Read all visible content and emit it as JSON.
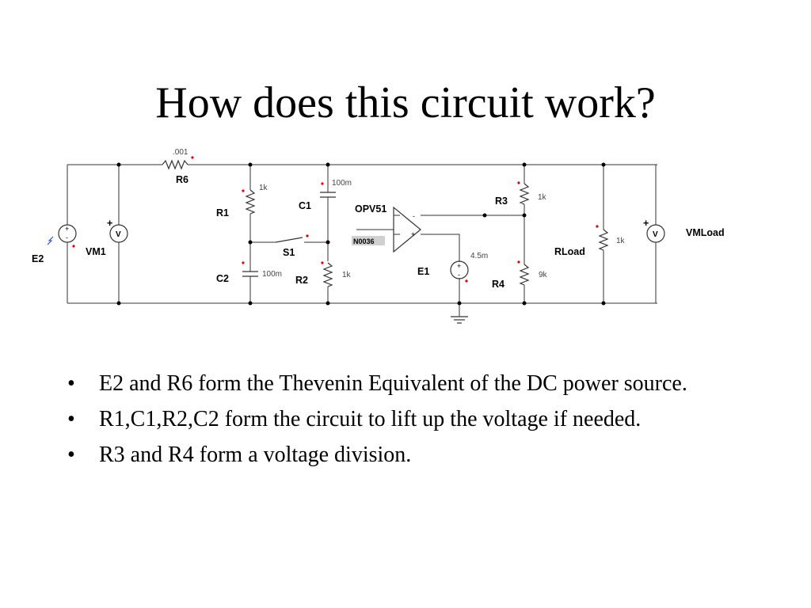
{
  "slide": {
    "title": "How does this circuit work?",
    "bullet_symbol": "•",
    "bullets": [
      "E2 and R6 form the Thevenin Equivalent of the DC power source.",
      "R1,C1,R2,C2 form the circuit to lift up the voltage if needed.",
      "R3 and R4 form a voltage division."
    ]
  },
  "schematic": {
    "sources": {
      "E2": {
        "name": "E2",
        "plus": "+",
        "minus": "-"
      },
      "E1": {
        "name": "E1",
        "value": "4.5m",
        "plus": "+",
        "minus": "-"
      }
    },
    "meters": {
      "VM1": {
        "name": "VM1",
        "symbol": "V",
        "plus": "+"
      },
      "VMLoad": {
        "name": "VMLoad",
        "symbol": "V",
        "plus": "+"
      }
    },
    "resistors": {
      "R6": {
        "name": "R6",
        "value": ".001"
      },
      "R1": {
        "name": "R1",
        "value": "1k"
      },
      "R2": {
        "name": "R2",
        "value": "1k"
      },
      "R3": {
        "name": "R3",
        "value": "1k"
      },
      "R4": {
        "name": "R4",
        "value": "9k"
      },
      "RLoad": {
        "name": "RLoad",
        "value": "1k"
      }
    },
    "capacitors": {
      "C1": {
        "name": "C1",
        "value": "100m"
      },
      "C2": {
        "name": "C2",
        "value": "100m"
      }
    },
    "switch": {
      "name": "S1"
    },
    "opamp": {
      "name": "OPV51",
      "minus": "-",
      "plus": "+",
      "node_tag": "N0036"
    },
    "colors": {
      "wire": "#333333",
      "pin_dot": "#e00000",
      "meter_accent": "#1a3fd8",
      "tag_bg": "#d0d0d0"
    }
  }
}
